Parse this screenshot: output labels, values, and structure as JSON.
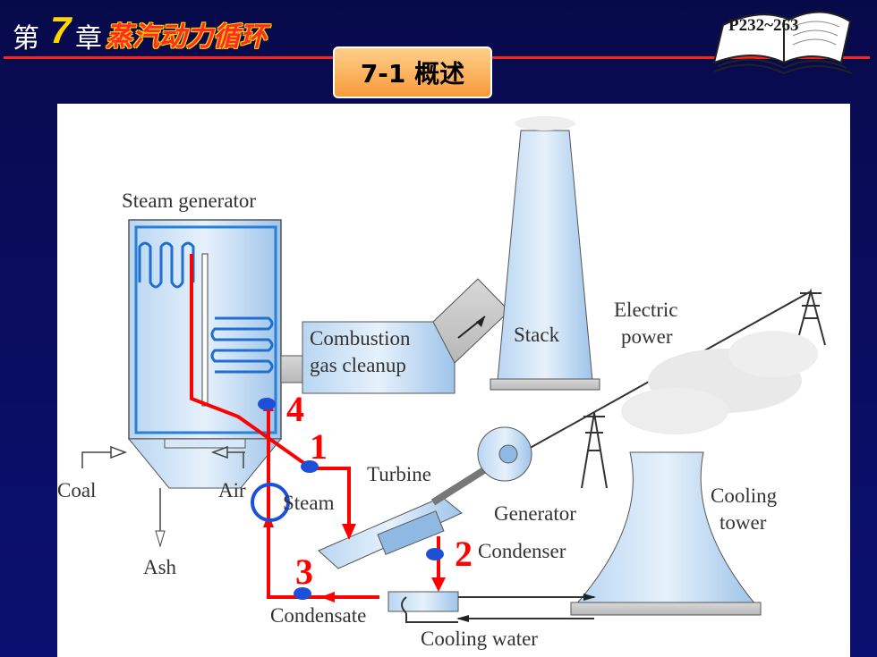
{
  "header": {
    "chapter_prefix": "第",
    "chapter_number": "7",
    "chapter_suffix": "章",
    "chapter_title": "蒸汽动力循环",
    "page_range": "P232~263",
    "section_title": "7-1 概述"
  },
  "diagram": {
    "labels": {
      "steam_generator": "Steam generator",
      "combustion_line1": "Combustion",
      "combustion_line2": "gas cleanup",
      "stack": "Stack",
      "electric_line1": "Electric",
      "electric_line2": "power",
      "turbine": "Turbine",
      "generator": "Generator",
      "cooling_line1": "Cooling",
      "cooling_line2": "tower",
      "condenser": "Condenser",
      "condensate": "Condensate",
      "cooling_water": "Cooling water",
      "coal": "Coal",
      "air": "Air",
      "steam": "Steam",
      "ash": "Ash"
    },
    "state_points": [
      "1",
      "2",
      "3",
      "4"
    ]
  },
  "colors": {
    "background": "#0a0d5e",
    "accent_red": "#ff0000",
    "point_blue": "#1e4fd8",
    "section_orange": "#f79a3a"
  }
}
